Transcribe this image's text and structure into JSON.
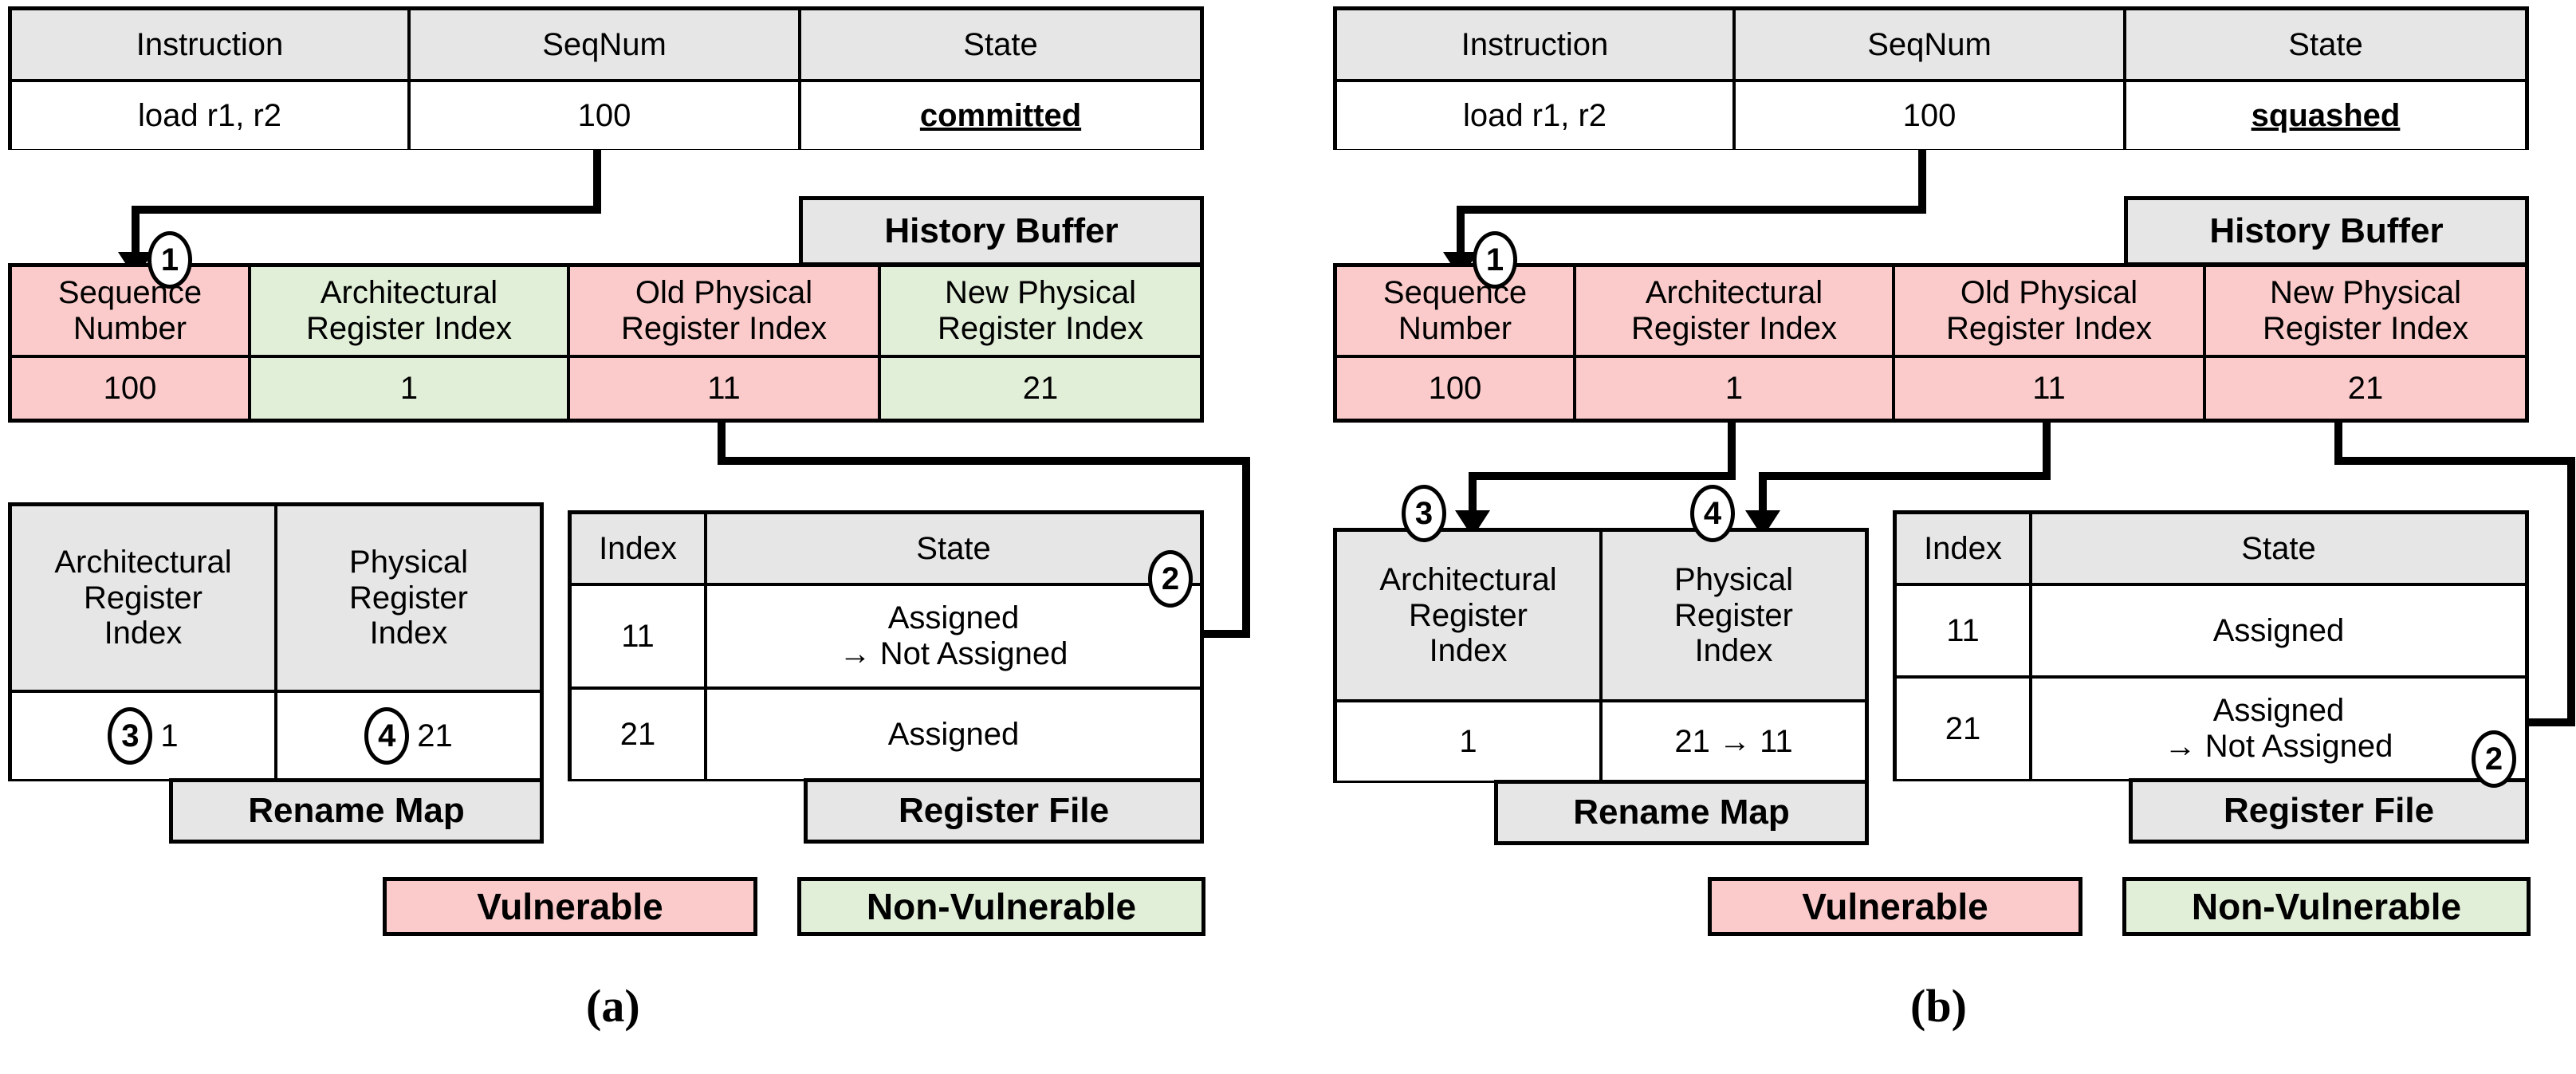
{
  "figure": {
    "panels": [
      {
        "id": "a",
        "letter": "(a)",
        "instruction_table": {
          "headers": [
            "Instruction",
            "SeqNum",
            "State"
          ],
          "row": [
            "load r1, r2",
            "100",
            "committed"
          ]
        },
        "history_buffer": {
          "title": "History Buffer",
          "headers": [
            "Sequence\nNumber",
            "Architectural\nRegister Index",
            "Old Physical\nRegister Index",
            "New Physical\nRegister Index"
          ],
          "header_colors": [
            "pink",
            "green",
            "pink",
            "green"
          ],
          "values": [
            "100",
            "1",
            "11",
            "21"
          ],
          "value_colors": [
            "pink",
            "green",
            "pink",
            "green"
          ]
        },
        "rename_map": {
          "title": "Rename Map",
          "headers": [
            "Architectural\nRegister\nIndex",
            "Physical\nRegister\nIndex"
          ],
          "values": [
            "1",
            "21"
          ],
          "value_badges": [
            "3",
            "4"
          ]
        },
        "register_file": {
          "title": "Register File",
          "headers": [
            "Index",
            "State"
          ],
          "rows": [
            {
              "index": "11",
              "state": "Assigned\n→ Not Assigned"
            },
            {
              "index": "21",
              "state": "Assigned"
            }
          ]
        },
        "legend": [
          {
            "label": "Vulnerable",
            "color": "pink"
          },
          {
            "label": "Non-Vulnerable",
            "color": "green"
          }
        ],
        "steps": [
          "1",
          "2",
          "3",
          "4"
        ]
      },
      {
        "id": "b",
        "letter": "(b)",
        "instruction_table": {
          "headers": [
            "Instruction",
            "SeqNum",
            "State"
          ],
          "row": [
            "load r1, r2",
            "100",
            "squashed"
          ]
        },
        "history_buffer": {
          "title": "History Buffer",
          "headers": [
            "Sequence\nNumber",
            "Architectural\nRegister Index",
            "Old Physical\nRegister Index",
            "New Physical\nRegister Index"
          ],
          "header_colors": [
            "pink",
            "pink",
            "pink",
            "pink"
          ],
          "values": [
            "100",
            "1",
            "11",
            "21"
          ],
          "value_colors": [
            "pink",
            "pink",
            "pink",
            "pink"
          ]
        },
        "rename_map": {
          "title": "Rename Map",
          "headers": [
            "Architectural\nRegister\nIndex",
            "Physical\nRegister\nIndex"
          ],
          "values": [
            "1",
            "21 → 11"
          ],
          "value_badges": [
            "",
            ""
          ]
        },
        "register_file": {
          "title": "Register File",
          "headers": [
            "Index",
            "State"
          ],
          "rows": [
            {
              "index": "11",
              "state": "Assigned"
            },
            {
              "index": "21",
              "state": "Assigned\n→ Not Assigned"
            }
          ]
        },
        "legend": [
          {
            "label": "Vulnerable",
            "color": "pink"
          },
          {
            "label": "Non-Vulnerable",
            "color": "green"
          }
        ],
        "steps": [
          "1",
          "2",
          "3",
          "4"
        ]
      }
    ],
    "colors": {
      "vulnerable": "#fbcbcb",
      "non_vulnerable": "#e1efd8",
      "header_gray": "#e6e6e6",
      "stroke": "#000000"
    }
  }
}
